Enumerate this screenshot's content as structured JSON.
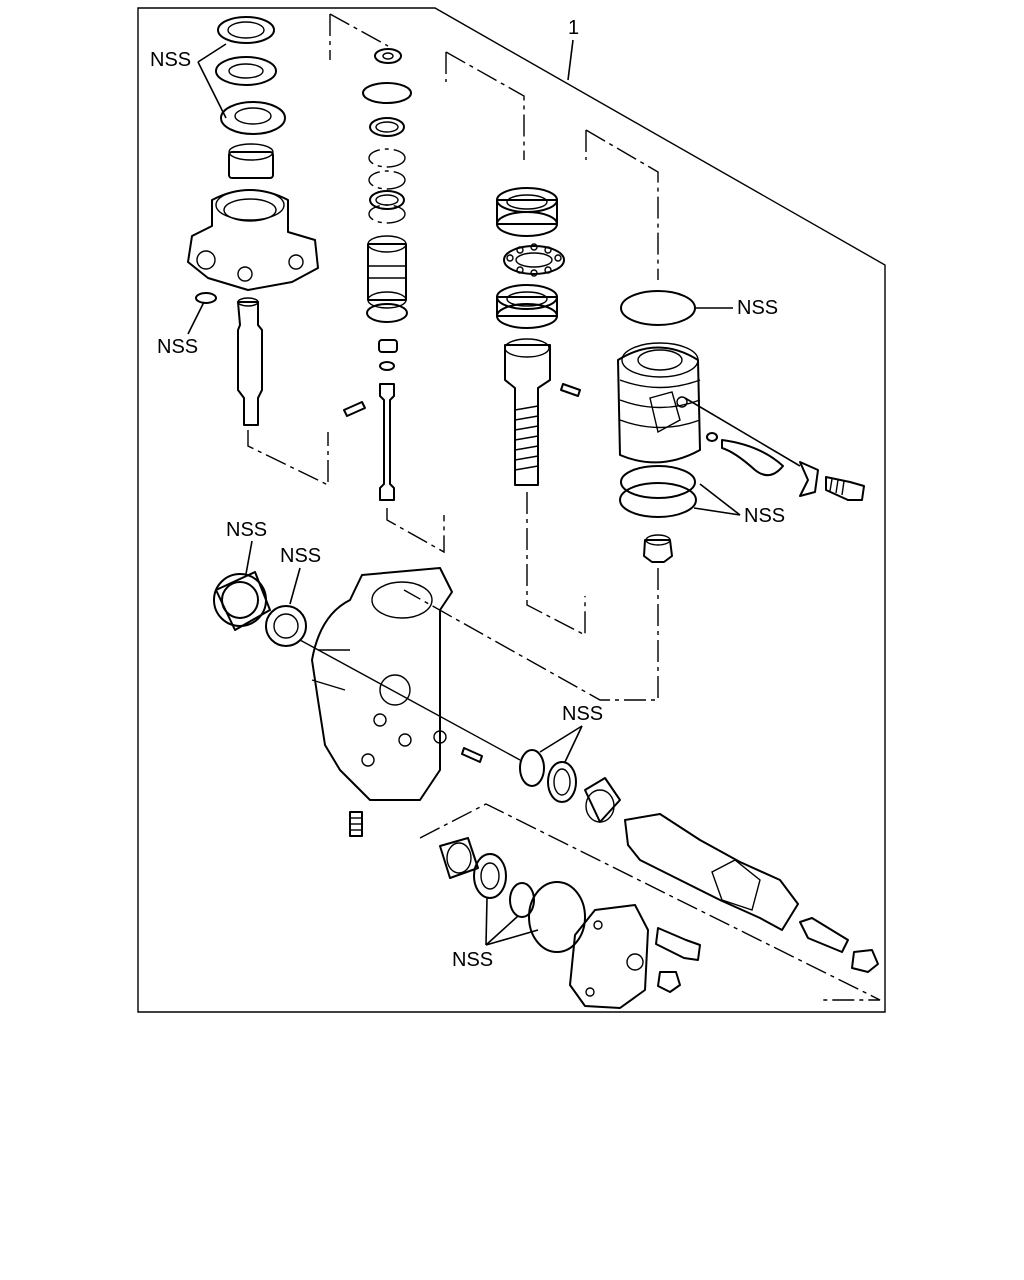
{
  "diagram": {
    "callout_number": "1",
    "labels": {
      "nss_upper_left_bearing": "NSS",
      "nss_upper_left_oring": "NSS",
      "nss_valve_ring": "NSS",
      "nss_valve_rings_lower": "NSS",
      "nss_side_seal_outer": "NSS",
      "nss_side_seal_inner": "NSS",
      "nss_sector_seals": "NSS",
      "nss_cover_seals": "NSS"
    }
  }
}
